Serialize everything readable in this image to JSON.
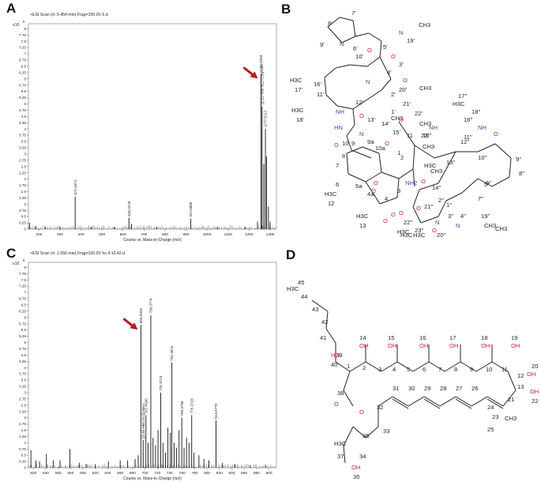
{
  "panels": {
    "a": {
      "letter": "A"
    },
    "b": {
      "letter": "B"
    },
    "c": {
      "letter": "C"
    },
    "d": {
      "letter": "D"
    }
  },
  "chart_data": [
    {
      "panel": "A",
      "type": "bar",
      "header": "+ESI Scan (rt: 5.454 min) Frag=150.0V 6.d",
      "scale_label": "x10",
      "scale_exp": "5",
      "xlabel": "Counts vs. Mass-to-Charge (m/z)",
      "ylabel": "",
      "xlim": [
        150,
        1330
      ],
      "ylim": [
        0,
        8.2
      ],
      "xticks": [
        200,
        300,
        400,
        500,
        600,
        700,
        800,
        900,
        1000,
        1100,
        1200,
        1300
      ],
      "yticks": [
        "0",
        "0.25",
        "0.5",
        "0.75",
        "1",
        "1.25",
        "1.5",
        "1.75",
        "2",
        "2.25",
        "2.5",
        "2.75",
        "3",
        "3.25",
        "3.5",
        "3.75",
        "4",
        "4.25",
        "4.5",
        "4.75",
        "5",
        "5.25",
        "5.5",
        "5.75",
        "6",
        "6.25",
        "6.5",
        "6.75",
        "7",
        "7.25",
        "7.5",
        "7.75",
        "8"
      ],
      "peaks": [
        {
          "x": 155,
          "y": 0.25
        },
        {
          "x": 185,
          "y": 0.12
        },
        {
          "x": 230,
          "y": 0.1
        },
        {
          "x": 300,
          "y": 0.1
        },
        {
          "x": 372.3471,
          "y": 1.3
        },
        {
          "x": 450,
          "y": 0.1
        },
        {
          "x": 560,
          "y": 0.1
        },
        {
          "x": 628.3218,
          "y": 0.45
        },
        {
          "x": 640,
          "y": 0.2
        },
        {
          "x": 760,
          "y": 0.08
        },
        {
          "x": 922.6889,
          "y": 0.42
        },
        {
          "x": 1050,
          "y": 0.08
        },
        {
          "x": 1180,
          "y": 0.1
        },
        {
          "x": 1240,
          "y": 0.3
        },
        {
          "x": 1256.6393,
          "y": 6.2
        },
        {
          "x": 1262,
          "y": 4.9
        },
        {
          "x": 1270,
          "y": 2.6
        },
        {
          "x": 1277.6112,
          "y": 4.0
        },
        {
          "x": 1283,
          "y": 2.9
        },
        {
          "x": 1292,
          "y": 0.9
        },
        {
          "x": 1300,
          "y": 0.3
        }
      ],
      "labels": [
        {
          "x": 372.3471,
          "text": "372.3471"
        },
        {
          "x": 628.3218,
          "text": "628.3218"
        },
        {
          "x": 922.6889,
          "text": "922.6889"
        },
        {
          "x": 1256.6393,
          "text": "1256.6393"
        },
        {
          "x": 1262,
          "text": "([C62 H86 N12 O16]+H)+"
        },
        {
          "x": 1277.6112,
          "text": "1277.6112"
        }
      ],
      "arrow_at": 1256.6393,
      "arrow_color": "#b71c1c"
    },
    {
      "panel": "C",
      "type": "bar",
      "header": "+ESI Scan (rt: 1.056 min) Frag=150.0V hx 4 10.42.d",
      "scale_label": "x10",
      "scale_exp": "6",
      "xlabel": "Counts vs. Mass-to-Charge (m/z)",
      "ylabel": "",
      "xlim": [
        512,
        912
      ],
      "ylim": [
        0,
        8.2
      ],
      "xticks": [
        520,
        540,
        560,
        580,
        600,
        620,
        640,
        660,
        680,
        700,
        720,
        740,
        760,
        780,
        800,
        820,
        840,
        860,
        880,
        900
      ],
      "yticks": [
        "0",
        "0.25",
        "0.5",
        "0.75",
        "1",
        "1.25",
        "1.5",
        "1.75",
        "2",
        "2.25",
        "2.5",
        "2.75",
        "3",
        "3.25",
        "3.5",
        "3.75",
        "4",
        "4.25",
        "4.5",
        "4.75",
        "5",
        "5.25",
        "5.5",
        "5.75",
        "6",
        "6.25",
        "6.5",
        "6.75",
        "7",
        "7.25",
        "7.5",
        "7.75",
        "8"
      ],
      "peaks": [
        {
          "x": 516,
          "y": 0.7
        },
        {
          "x": 524,
          "y": 0.3
        },
        {
          "x": 530,
          "y": 0.25
        },
        {
          "x": 541,
          "y": 0.55
        },
        {
          "x": 552,
          "y": 0.3
        },
        {
          "x": 563,
          "y": 0.3
        },
        {
          "x": 579,
          "y": 0.75
        },
        {
          "x": 594,
          "y": 0.2
        },
        {
          "x": 605,
          "y": 0.15
        },
        {
          "x": 620,
          "y": 0.15
        },
        {
          "x": 641,
          "y": 0.25
        },
        {
          "x": 660,
          "y": 0.3
        },
        {
          "x": 672,
          "y": 0.3
        },
        {
          "x": 684,
          "y": 0.35
        },
        {
          "x": 689,
          "y": 0.5
        },
        {
          "x": 693.3925,
          "y": 5.7
        },
        {
          "x": 697,
          "y": 1.1
        },
        {
          "x": 701.493,
          "y": 2.1
        },
        {
          "x": 705,
          "y": 1.0
        },
        {
          "x": 709.3774,
          "y": 6.1
        },
        {
          "x": 713,
          "y": 1.2
        },
        {
          "x": 717,
          "y": 0.9
        },
        {
          "x": 721,
          "y": 1.5
        },
        {
          "x": 725.3713,
          "y": 3.0
        },
        {
          "x": 729,
          "y": 1.0
        },
        {
          "x": 733,
          "y": 0.6
        },
        {
          "x": 737,
          "y": 1.6
        },
        {
          "x": 741,
          "y": 1.4
        },
        {
          "x": 743.3824,
          "y": 4.2
        },
        {
          "x": 747,
          "y": 1.0
        },
        {
          "x": 751,
          "y": 0.8
        },
        {
          "x": 755,
          "y": 1.5
        },
        {
          "x": 759.3758,
          "y": 2.0
        },
        {
          "x": 763,
          "y": 0.8
        },
        {
          "x": 767,
          "y": 1.2
        },
        {
          "x": 771,
          "y": 1.0
        },
        {
          "x": 775.3728,
          "y": 2.1
        },
        {
          "x": 779,
          "y": 0.6
        },
        {
          "x": 787,
          "y": 0.5
        },
        {
          "x": 795,
          "y": 0.35
        },
        {
          "x": 803,
          "y": 0.3
        },
        {
          "x": 814.577,
          "y": 1.9
        },
        {
          "x": 825,
          "y": 0.2
        },
        {
          "x": 845,
          "y": 0.15
        },
        {
          "x": 870,
          "y": 0.1
        },
        {
          "x": 895,
          "y": 0.1
        }
      ],
      "labels": [
        {
          "x": 693.3925,
          "text": "693.3925"
        },
        {
          "x": 697,
          "text": "([C38 H68 O12]+Na)+"
        },
        {
          "x": 709.3774,
          "text": "709.3774"
        },
        {
          "x": 701.493,
          "text": "701.4930"
        },
        {
          "x": 725.3713,
          "text": "725.3713"
        },
        {
          "x": 743.3824,
          "text": "743.3824"
        },
        {
          "x": 759.3758,
          "text": "759.3758"
        },
        {
          "x": 775.3728,
          "text": "775.3728"
        },
        {
          "x": 814.577,
          "text": "814.5770"
        }
      ],
      "arrow_at": 693.3925,
      "arrow_color": "#b71c1c"
    }
  ],
  "structure_b": {
    "labels": [
      "8'",
      "7'",
      "9'",
      "N",
      "6'",
      "5'",
      "O",
      "N",
      "19'",
      "CH3",
      "4'",
      "3'",
      "O",
      "O",
      "10'",
      "N",
      "20'",
      "CH3",
      "H3C",
      "17'",
      "16'",
      "11'",
      "2'",
      "21'",
      "22'",
      "CH3",
      "O",
      "1'",
      "H3C",
      "18'",
      "NH",
      "12'",
      "23'",
      "CH3",
      "O",
      "13'",
      "14'",
      "O",
      "15'",
      "CH3",
      "HN",
      "O",
      "10",
      "17''",
      "H3C",
      "18''",
      "16''",
      "NH",
      "O",
      "15''",
      "NH",
      "11",
      "11''",
      "12''",
      "CH3",
      "O",
      "H3C",
      "13''",
      "O",
      "10''",
      "9''",
      "9",
      "8",
      "9a",
      "N",
      "10a",
      "1",
      "14''",
      "7",
      "2",
      "NH2",
      "O",
      "8''",
      "6''",
      "6",
      "5a",
      "4a",
      "4",
      "3",
      "O",
      "1''",
      "7''",
      "5''",
      "H3C",
      "12",
      "O",
      "H3C",
      "13",
      "O",
      "21''",
      "2''",
      "3''",
      "O",
      "O",
      "22''",
      "H3C",
      "N",
      "N",
      "19''",
      "23''",
      "H3C",
      "20''",
      "4''",
      "CH3",
      "H3C",
      "CH3"
    ]
  },
  "structure_d": {
    "labels": [
      "H3C",
      "45",
      "44",
      "43",
      "42",
      "41",
      "39",
      "1",
      "2",
      "HO",
      "40",
      "14",
      "OH",
      "15",
      "OH",
      "3",
      "4",
      "5",
      "16",
      "OH",
      "6",
      "7",
      "17",
      "OH",
      "8",
      "9",
      "18",
      "OH",
      "10",
      "11",
      "19",
      "OH",
      "12",
      "13",
      "20",
      "OH",
      "21",
      "OH",
      "22",
      "38",
      "O",
      "O",
      "32",
      "31",
      "30",
      "29",
      "28",
      "27",
      "26",
      "25",
      "24",
      "23",
      "CH3",
      "33",
      "36",
      "34",
      "H3C",
      "37",
      "OH",
      "35"
    ]
  }
}
